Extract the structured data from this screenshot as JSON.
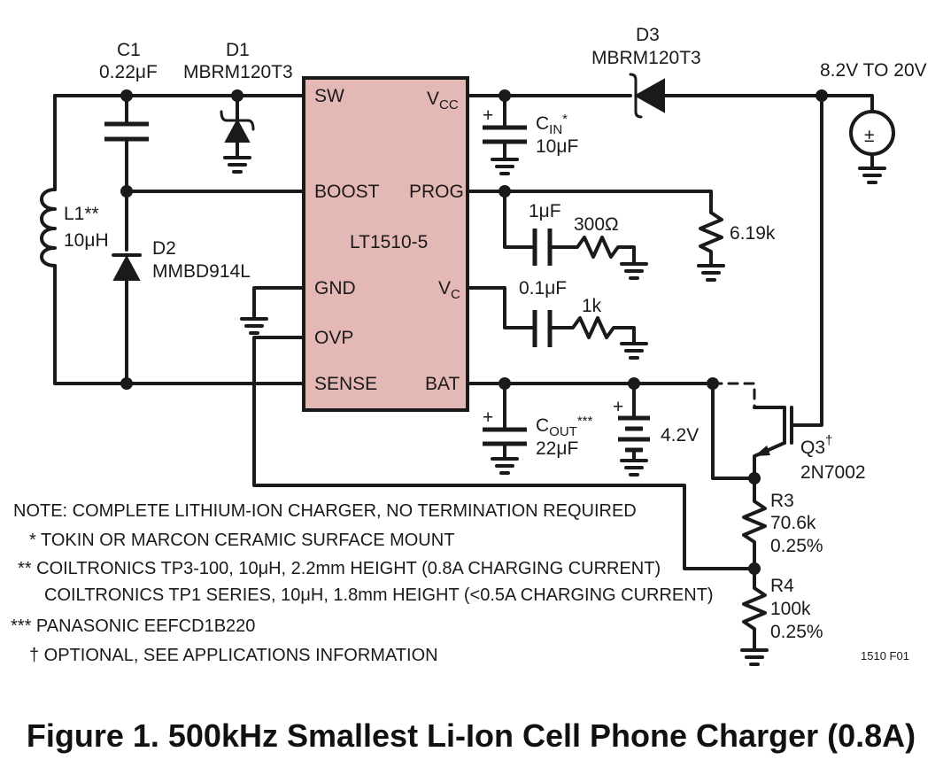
{
  "ic": {
    "name": "LT1510-5",
    "fill": "#e4b9b5",
    "pins": {
      "sw": "SW",
      "vcc_main": "V",
      "vcc_sub": "CC",
      "boost": "BOOST",
      "prog": "PROG",
      "gnd": "GND",
      "vc_main": "V",
      "vc_sub": "C",
      "ovp": "OVP",
      "sense": "SENSE",
      "bat": "BAT"
    }
  },
  "components": {
    "c1": {
      "ref": "C1",
      "value": "0.22μF"
    },
    "d1": {
      "ref": "D1",
      "part": "MBRM120T3"
    },
    "d3": {
      "ref": "D3",
      "part": "MBRM120T3"
    },
    "supply": {
      "label": "8.2V TO 20V"
    },
    "cin": {
      "ref_main": "C",
      "ref_sub": "IN",
      "mark": "*",
      "value": "10μF"
    },
    "l1": {
      "ref": "L1**",
      "value": "10μH"
    },
    "d2": {
      "ref": "D2",
      "part": "MMBD914L"
    },
    "c_prog": {
      "value": "1μF"
    },
    "r_prog_series": {
      "value": "300Ω"
    },
    "r_prog": {
      "value": "6.19k"
    },
    "c_vc": {
      "value": "0.1μF"
    },
    "r_vc": {
      "value": "1k"
    },
    "cout": {
      "ref_main": "C",
      "ref_sub": "OUT",
      "mark": "***",
      "value": "22μF"
    },
    "battery": {
      "value": "4.2V"
    },
    "q3": {
      "ref": "Q3",
      "mark": "†",
      "part": "2N7002"
    },
    "r3": {
      "ref": "R3",
      "value": "70.6k",
      "tol": "0.25%"
    },
    "r4": {
      "ref": "R4",
      "value": "100k",
      "tol": "0.25%"
    },
    "plus": "+",
    "pm": "±"
  },
  "notes": {
    "line1": "NOTE: COMPLETE LITHIUM-ION CHARGER, NO TERMINATION REQUIRED",
    "line2": "* TOKIN OR MARCON CERAMIC SURFACE MOUNT",
    "line3": "** COILTRONICS TP3-100, 10μH, 2.2mm HEIGHT (0.8A CHARGING CURRENT)",
    "line4": "COILTRONICS TP1 SERIES, 10μH, 1.8mm HEIGHT (<0.5A CHARGING CURRENT)",
    "line5": "*** PANASONIC EEFCD1B220",
    "line6": "† OPTIONAL, SEE APPLICATIONS INFORMATION"
  },
  "figure_code": "1510 F01",
  "caption": "Figure 1. 500kHz Smallest Li-Ion Cell Phone Charger (0.8A)"
}
